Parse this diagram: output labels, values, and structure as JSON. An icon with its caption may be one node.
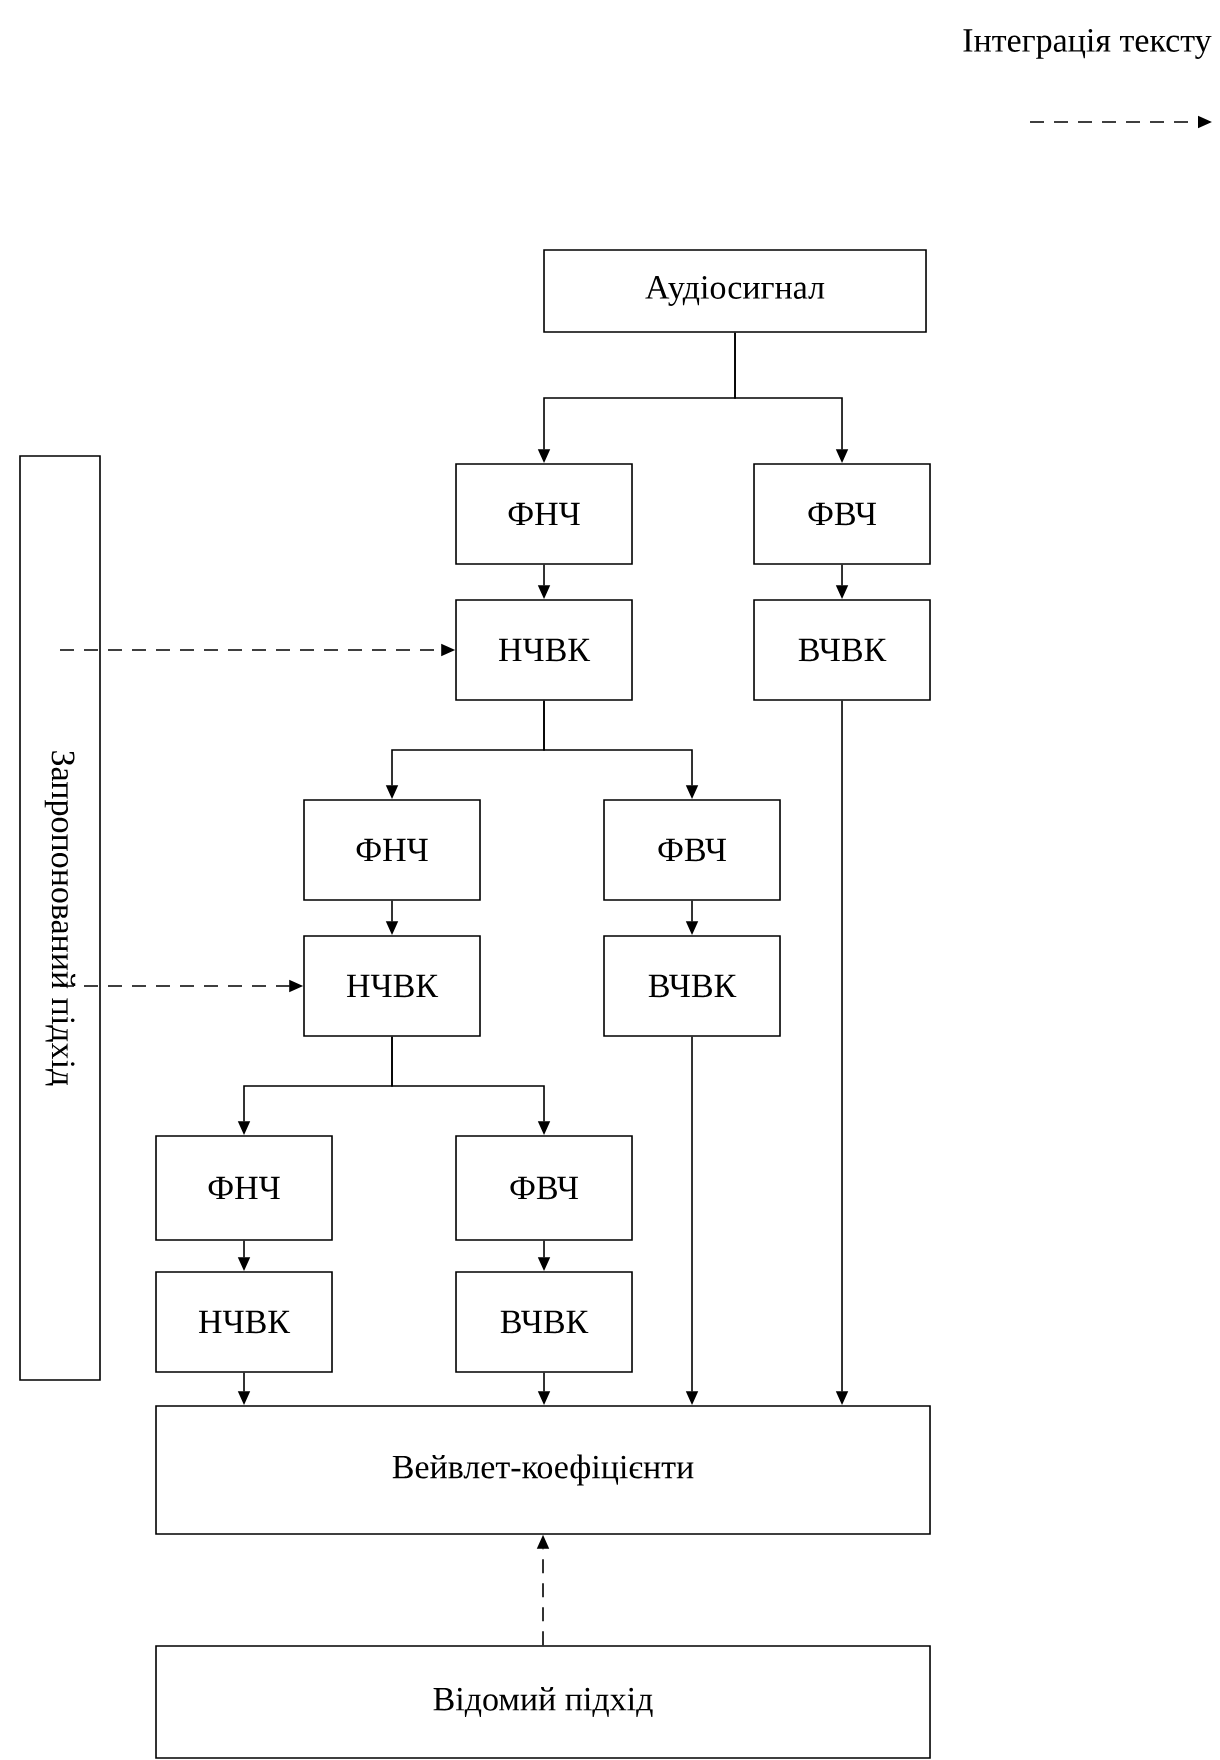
{
  "diagram": {
    "nodes": [
      {
        "text": [
          "Аудіосигнал"
        ]
      },
      {
        "text": [
          "ФНЧ"
        ]
      },
      {
        "text": [
          "ФВЧ"
        ]
      },
      {
        "text": [
          "НЧВК"
        ]
      },
      {
        "text": [
          "ВЧВК"
        ]
      },
      {
        "text": [
          "ФНЧ"
        ]
      },
      {
        "text": [
          "ФВЧ"
        ]
      },
      {
        "text": [
          "НЧВК"
        ]
      },
      {
        "text": [
          "ВЧВК"
        ]
      },
      {
        "text": [
          "ФНЧ"
        ]
      },
      {
        "text": [
          "ФВЧ"
        ]
      },
      {
        "text": [
          "НЧВК"
        ]
      },
      {
        "text": [
          "ВЧВК"
        ]
      },
      {
        "text": [
          "Вейвлет-коефіцієнти"
        ]
      },
      {
        "text": [
          "Відомий підхід"
        ]
      },
      {
        "text": [
          "Запропонований підхід"
        ]
      }
    ],
    "edges": [
      {
        "from": 0,
        "to": 1,
        "arrow": "to"
      },
      {
        "from": 0,
        "to": 2,
        "arrow": "to"
      },
      {
        "from": 1,
        "to": 3,
        "arrow": "to"
      },
      {
        "from": 2,
        "to": 4,
        "arrow": "to"
      },
      {
        "from": 3,
        "to": 5,
        "arrow": "to"
      },
      {
        "from": 3,
        "to": 6,
        "arrow": "to"
      },
      {
        "from": 5,
        "to": 7,
        "arrow": "to"
      },
      {
        "from": 6,
        "to": 8,
        "arrow": "to"
      },
      {
        "from": 7,
        "to": 9,
        "arrow": "to"
      },
      {
        "from": 7,
        "to": 10,
        "arrow": "to"
      },
      {
        "from": 9,
        "to": 11,
        "arrow": "to"
      },
      {
        "from": 10,
        "to": 12,
        "arrow": "to"
      },
      {
        "from": 11,
        "to": 13,
        "arrow": "to"
      },
      {
        "from": 12,
        "to": 13,
        "arrow": "to"
      },
      {
        "from": 8,
        "to": 13,
        "arrow": "to"
      },
      {
        "from": 4,
        "to": 13,
        "arrow": "to"
      },
      {
        "from": 14,
        "to": 13,
        "arrow": "to",
        "style": "dashed"
      },
      {
        "from": 15,
        "to": 3,
        "arrow": "to",
        "style": "dashed"
      },
      {
        "from": 15,
        "to": 7,
        "arrow": "to",
        "style": "dashed"
      }
    ],
    "legend": [
      {
        "text": "Інтеграція тексту"
      }
    ]
  }
}
